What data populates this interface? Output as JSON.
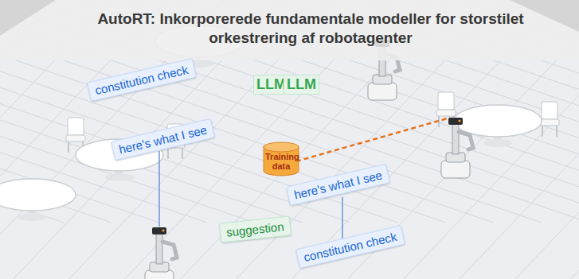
{
  "diagram": {
    "title": "AutoRT: Inkorporerede fundamentale modeller for storstilet orkestrering af robotagenter",
    "nodes": [
      {
        "text": [
          "constitution check"
        ]
      },
      {
        "text": [
          "LLM"
        ]
      },
      {
        "text": [
          "LLM"
        ]
      },
      {
        "text": [
          "here's what I see"
        ]
      },
      {
        "text": [
          "Training data"
        ]
      },
      {
        "text": [
          "here's what I see"
        ]
      },
      {
        "text": [
          "suggestion"
        ]
      },
      {
        "text": [
          "constitution check"
        ]
      }
    ]
  }
}
